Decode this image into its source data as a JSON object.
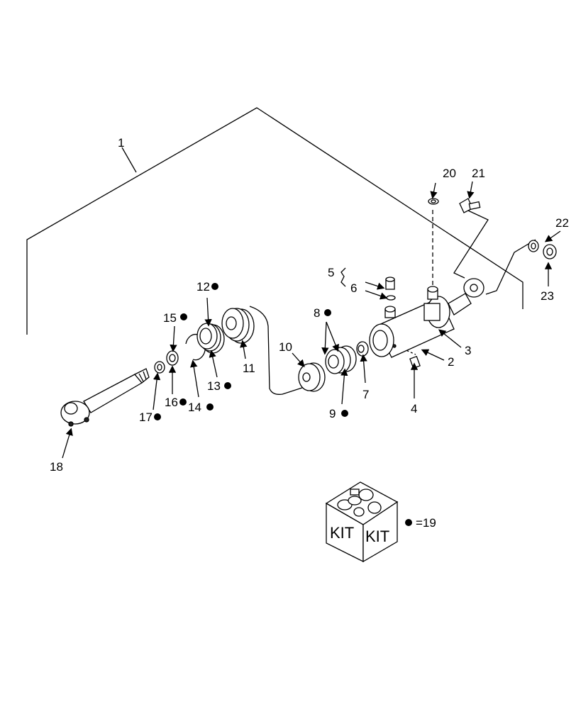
{
  "labels": {
    "l1": "1",
    "l2": "2",
    "l3": "3",
    "l4": "4",
    "l5": "5",
    "l6": "6",
    "l7": "7",
    "l8": "8",
    "l9": "9",
    "l10": "10",
    "l11": "11",
    "l12": "12",
    "l13": "13",
    "l14": "14",
    "l15": "15",
    "l16": "16",
    "l17": "17",
    "l18": "18",
    "l20": "20",
    "l21": "21",
    "l22": "22",
    "l23": "23"
  },
  "kit": {
    "box_text_left": "KIT",
    "box_text_right": "KIT",
    "legend": "=19"
  }
}
